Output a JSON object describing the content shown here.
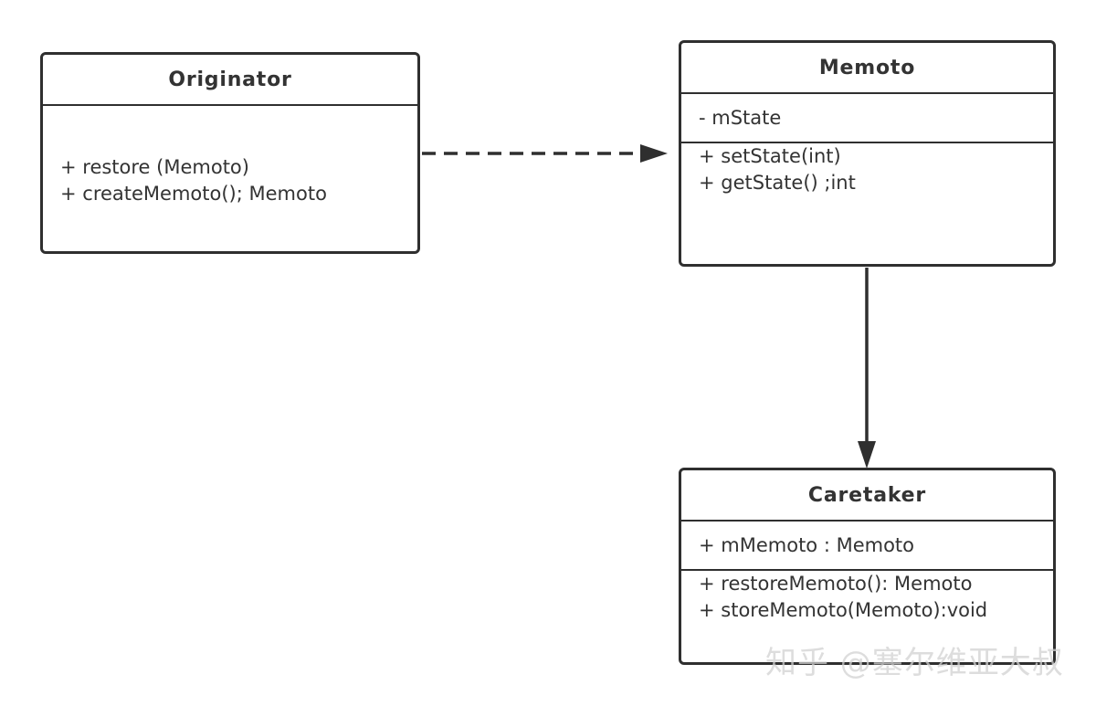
{
  "classes": {
    "originator": {
      "name": "Originator",
      "methods": [
        "+ restore (Memoto)",
        "+ createMemoto(); Memoto"
      ]
    },
    "memoto": {
      "name": "Memoto",
      "attributes": [
        "- mState"
      ],
      "methods": [
        "+ setState(int)",
        "+ getState() ;int"
      ]
    },
    "caretaker": {
      "name": "Caretaker",
      "attributes": [
        "+ mMemoto : Memoto"
      ],
      "methods": [
        "+ restoreMemoto(): Memoto",
        "+ storeMemoto(Memoto):void"
      ]
    }
  },
  "relations": [
    {
      "from": "Originator",
      "to": "Memoto",
      "style": "dashed",
      "arrow": "filled"
    },
    {
      "from": "Memoto",
      "to": "Caretaker",
      "style": "solid",
      "arrow": "filled"
    }
  ],
  "watermark": "知乎 @塞尔维亚大叔",
  "colors": {
    "stroke": "#2f2f2f",
    "text": "#333333",
    "background": "#ffffff"
  }
}
